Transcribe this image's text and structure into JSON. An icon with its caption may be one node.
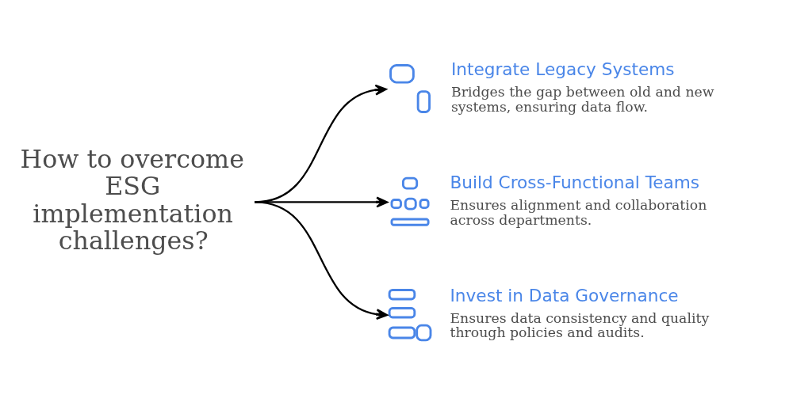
{
  "diagram": {
    "nodes": [
      {
        "text": [
          "How to overcome ESG implementation challenges?"
        ]
      },
      {
        "text": [],
        "shape": "picture",
        "beside": [
          "Integrate Legacy Systems",
          "Bridges the gap between old and new systems, ensuring data flow."
        ]
      },
      {
        "text": [],
        "shape": "picture",
        "beside": [
          "Build Cross-Functional Teams",
          "Ensures alignment and collaboration across departments."
        ]
      },
      {
        "text": [],
        "shape": "picture",
        "beside": [
          "Invest in Data Governance",
          "Ensures data consistency and quality through policies and audits."
        ]
      }
    ],
    "edges": [
      {
        "from": 0,
        "to": 1,
        "arrow": "to"
      },
      {
        "from": 0,
        "to": 2,
        "arrow": "to"
      },
      {
        "from": 0,
        "to": 3,
        "arrow": "to"
      }
    ]
  }
}
